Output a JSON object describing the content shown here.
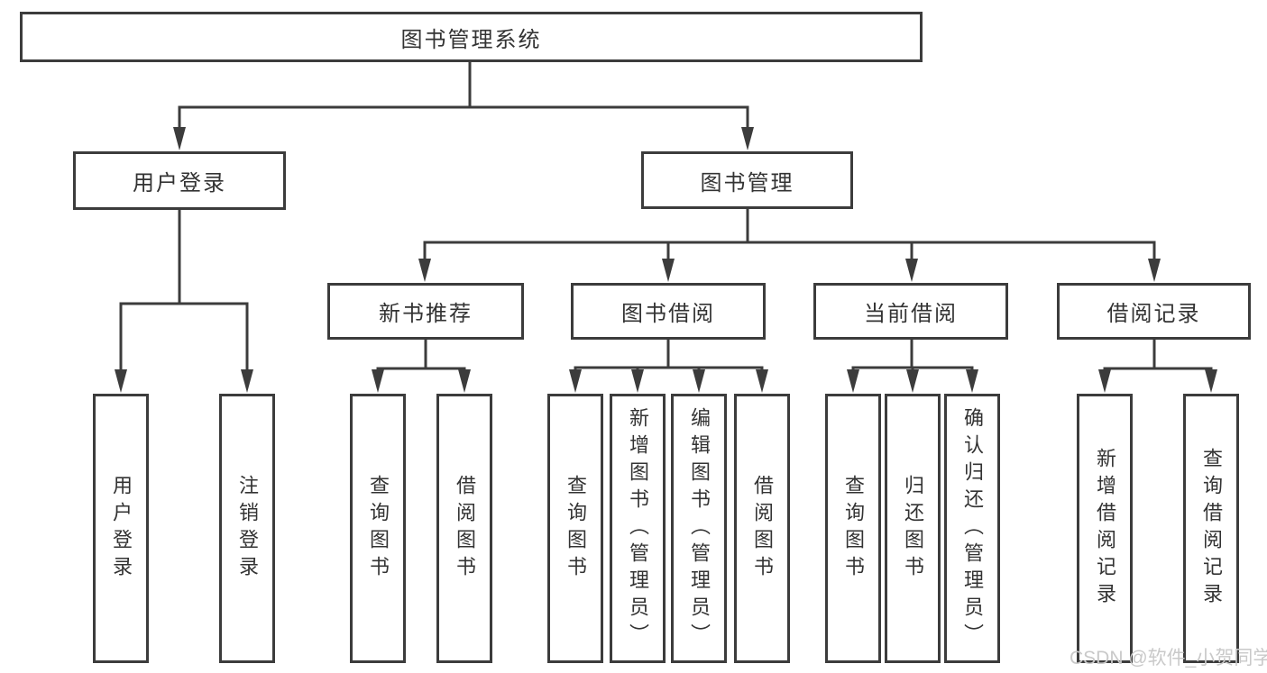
{
  "tree": {
    "label": "图书管理系统",
    "children": [
      {
        "label": "用户登录",
        "children": [
          {
            "label": "用户登录"
          },
          {
            "label": "注销登录"
          }
        ]
      },
      {
        "label": "图书管理",
        "children": [
          {
            "label": "新书推荐",
            "children": [
              {
                "label": "查询图书"
              },
              {
                "label": "借阅图书"
              }
            ]
          },
          {
            "label": "图书借阅",
            "children": [
              {
                "label": "查询图书"
              },
              {
                "label": "新增图书（管理员）"
              },
              {
                "label": "编辑图书（管理员）"
              },
              {
                "label": "借阅图书"
              }
            ]
          },
          {
            "label": "当前借阅",
            "children": [
              {
                "label": "查询图书"
              },
              {
                "label": "归还图书"
              },
              {
                "label": "确认归还（管理员）"
              }
            ]
          },
          {
            "label": "借阅记录",
            "children": [
              {
                "label": "新增借阅记录"
              },
              {
                "label": "查询借阅记录"
              }
            ]
          }
        ]
      }
    ]
  },
  "colors": {
    "line": "#3c3c3c",
    "text": "#333333",
    "watermark": "#c9c9c9",
    "background": "#ffffff"
  },
  "watermark": {
    "text": "CSDN @软件_小贺同学"
  }
}
